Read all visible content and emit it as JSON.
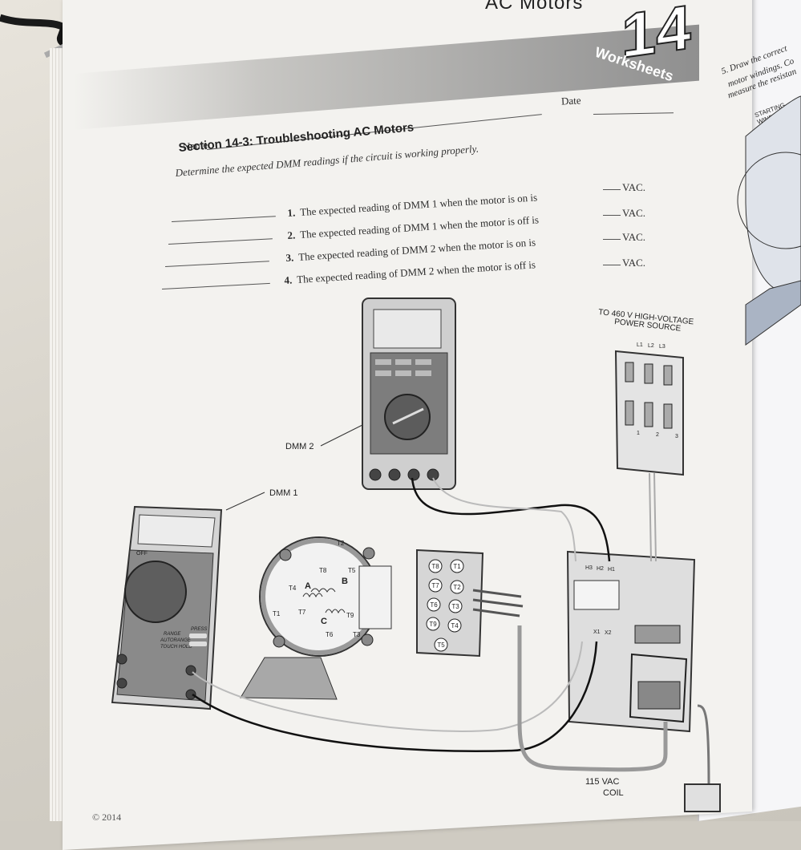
{
  "header": {
    "chapter_title": "AC Motors",
    "chapter_number": "14",
    "tab_label": "Worksheets"
  },
  "form": {
    "name_label": "Name",
    "date_label": "Date"
  },
  "section": {
    "title": "Section 14-3: Troubleshooting AC Motors",
    "instructions": "Determine the expected DMM readings if the circuit is working properly."
  },
  "questions": [
    {
      "number": "1.",
      "text": "The expected reading of DMM 1 when the motor is on is",
      "unit": "VAC."
    },
    {
      "number": "2.",
      "text": "The expected reading of DMM 1 when the motor is off is",
      "unit": "VAC."
    },
    {
      "number": "3.",
      "text": "The expected reading of DMM 2 when the motor is on is",
      "unit": "VAC."
    },
    {
      "number": "4.",
      "text": "The expected reading of DMM 2 when the motor is off is",
      "unit": "VAC."
    }
  ],
  "diagram": {
    "dmm1_label": "DMM 1",
    "dmm2_label": "DMM 2",
    "power_source_line1": "TO 460 V HIGH-VOLTAGE",
    "power_source_line2": "POWER SOURCE",
    "phases": [
      "L1",
      "L2",
      "L3"
    ],
    "coil_line1": "115 VAC",
    "coil_line2": "COIL",
    "motor_terminals": [
      "T1",
      "T2",
      "T3",
      "T4",
      "T5",
      "T6",
      "T7",
      "T8",
      "T9"
    ],
    "winding_labels": [
      "A",
      "B",
      "C"
    ],
    "terminal_box": [
      "T8",
      "T1",
      "T7",
      "T2",
      "T6",
      "T3",
      "T9",
      "T4",
      "T5"
    ],
    "transformer_labels": [
      "H3",
      "H2",
      "H1",
      "X1",
      "X2"
    ],
    "fuse_numbers": [
      "1",
      "2",
      "3"
    ],
    "dmm1_range_labels": [
      "PRESS",
      "RANGE",
      "AUTORANGE",
      "TOUCH HOLD"
    ],
    "dmm1_off_label": "OFF"
  },
  "footer": {
    "copyright": "© 2014"
  },
  "right_page": {
    "item_number": "5.",
    "text_lines": [
      "Draw the correct",
      "motor windings. Co",
      "measure the resistan"
    ],
    "starting_winding_label": "STARTING WINDING"
  },
  "colors": {
    "paper": "#f3f2ef",
    "ink": "#222222",
    "wire_dark": "#111111",
    "wire_light": "#bfbfbf",
    "motor_gray": "#9a9a9a"
  }
}
